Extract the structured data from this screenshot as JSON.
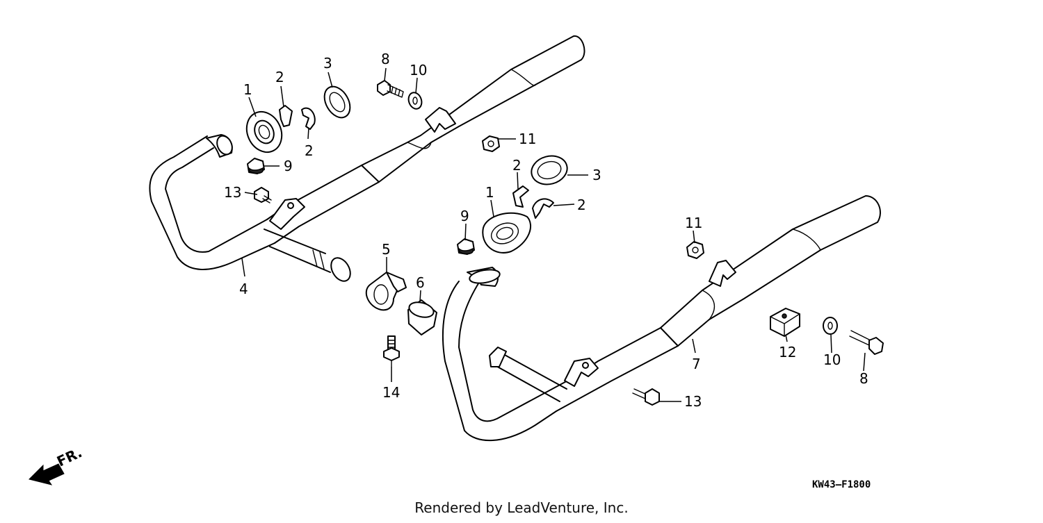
{
  "diagram": {
    "drawing_code": "KW43–F1800",
    "credit": "Rendered by LeadVenture, Inc.",
    "direction_label": "FR.",
    "callouts": [
      {
        "id": "c1a",
        "label": "1"
      },
      {
        "id": "c2a",
        "label": "2"
      },
      {
        "id": "c2b",
        "label": "2"
      },
      {
        "id": "c3a",
        "label": "3"
      },
      {
        "id": "c8a",
        "label": "8"
      },
      {
        "id": "c10a",
        "label": "10"
      },
      {
        "id": "c9a",
        "label": "9"
      },
      {
        "id": "c13a",
        "label": "13"
      },
      {
        "id": "c4",
        "label": "4"
      },
      {
        "id": "c5",
        "label": "5"
      },
      {
        "id": "c6",
        "label": "6"
      },
      {
        "id": "c14",
        "label": "14"
      },
      {
        "id": "c11a",
        "label": "11"
      },
      {
        "id": "c3b",
        "label": "3"
      },
      {
        "id": "c2c",
        "label": "2"
      },
      {
        "id": "c2d",
        "label": "2"
      },
      {
        "id": "c1b",
        "label": "1"
      },
      {
        "id": "c9b",
        "label": "9"
      },
      {
        "id": "c11b",
        "label": "11"
      },
      {
        "id": "c7",
        "label": "7"
      },
      {
        "id": "c12",
        "label": "12"
      },
      {
        "id": "c10b",
        "label": "10"
      },
      {
        "id": "c8b",
        "label": "8"
      },
      {
        "id": "c13b",
        "label": "13"
      }
    ]
  }
}
